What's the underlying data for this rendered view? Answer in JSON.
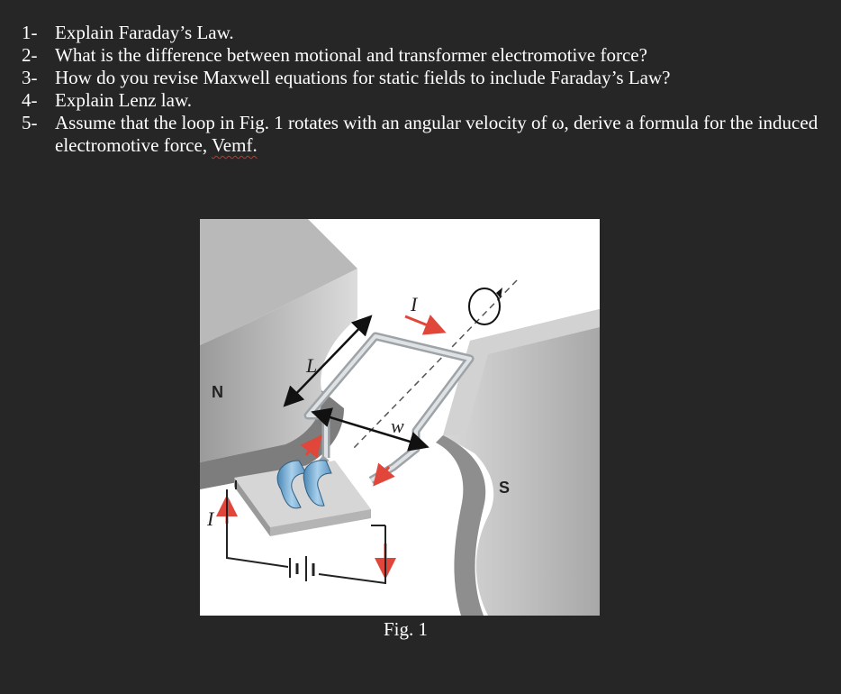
{
  "questions": [
    {
      "num": "1-",
      "text": "Explain Faraday’s Law."
    },
    {
      "num": "2-",
      "text": "What is the difference between motional and transformer electromotive force?"
    },
    {
      "num": "3-",
      "text": "How do you revise Maxwell equations for static fields to include Faraday’s Law?"
    },
    {
      "num": "4-",
      "text": "Explain Lenz law."
    },
    {
      "num": "5-",
      "text": "Assume that the loop in Fig. 1 rotates with an angular velocity of ω, derive a formula for the induced electromotive force, ",
      "emph": "Vemf."
    }
  ],
  "figure": {
    "caption": "Fig. 1",
    "labels": {
      "north": "N",
      "south": "S",
      "length": "L",
      "width": "w",
      "current_top": "I",
      "current_left": "I"
    },
    "colors": {
      "background": "#262626",
      "magnet_light": "#c8c8c8",
      "magnet_dark": "#8f8f8f",
      "loop": "#b8bcc0",
      "commutator": "#7fb3d5",
      "arrow": "#e0463a"
    }
  }
}
